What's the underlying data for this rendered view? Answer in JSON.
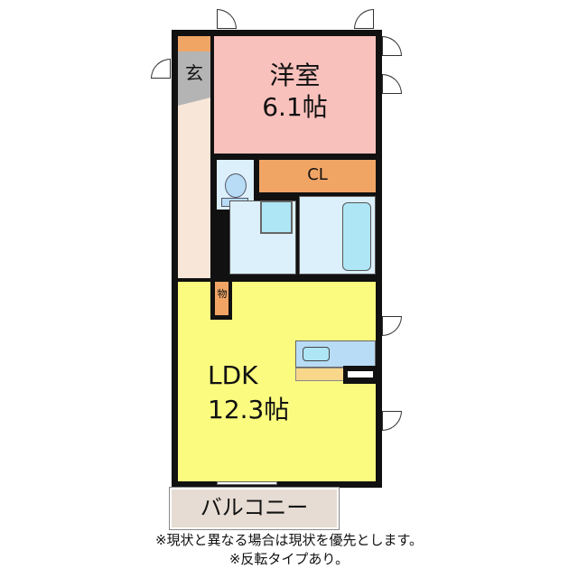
{
  "rooms": {
    "genkan": "玄",
    "western": {
      "name": "洋室",
      "size": "6.1帖"
    },
    "closet": "CL",
    "storage": "物",
    "ldk": {
      "name": "LDK",
      "size": "12.3帖"
    },
    "balcony": "バルコニー"
  },
  "notes": [
    "※現状と異なる場合は現状を優先とします。",
    "※反転タイプあり。"
  ],
  "colors": {
    "western": "#f9c1bc",
    "ldk": "#fbfb80",
    "closet": "#f0a565",
    "genkan": "#b4b4b4",
    "corridor": "#f8e6d8",
    "wet": "#dcf0fb",
    "balcony": "#e6dcd3"
  }
}
